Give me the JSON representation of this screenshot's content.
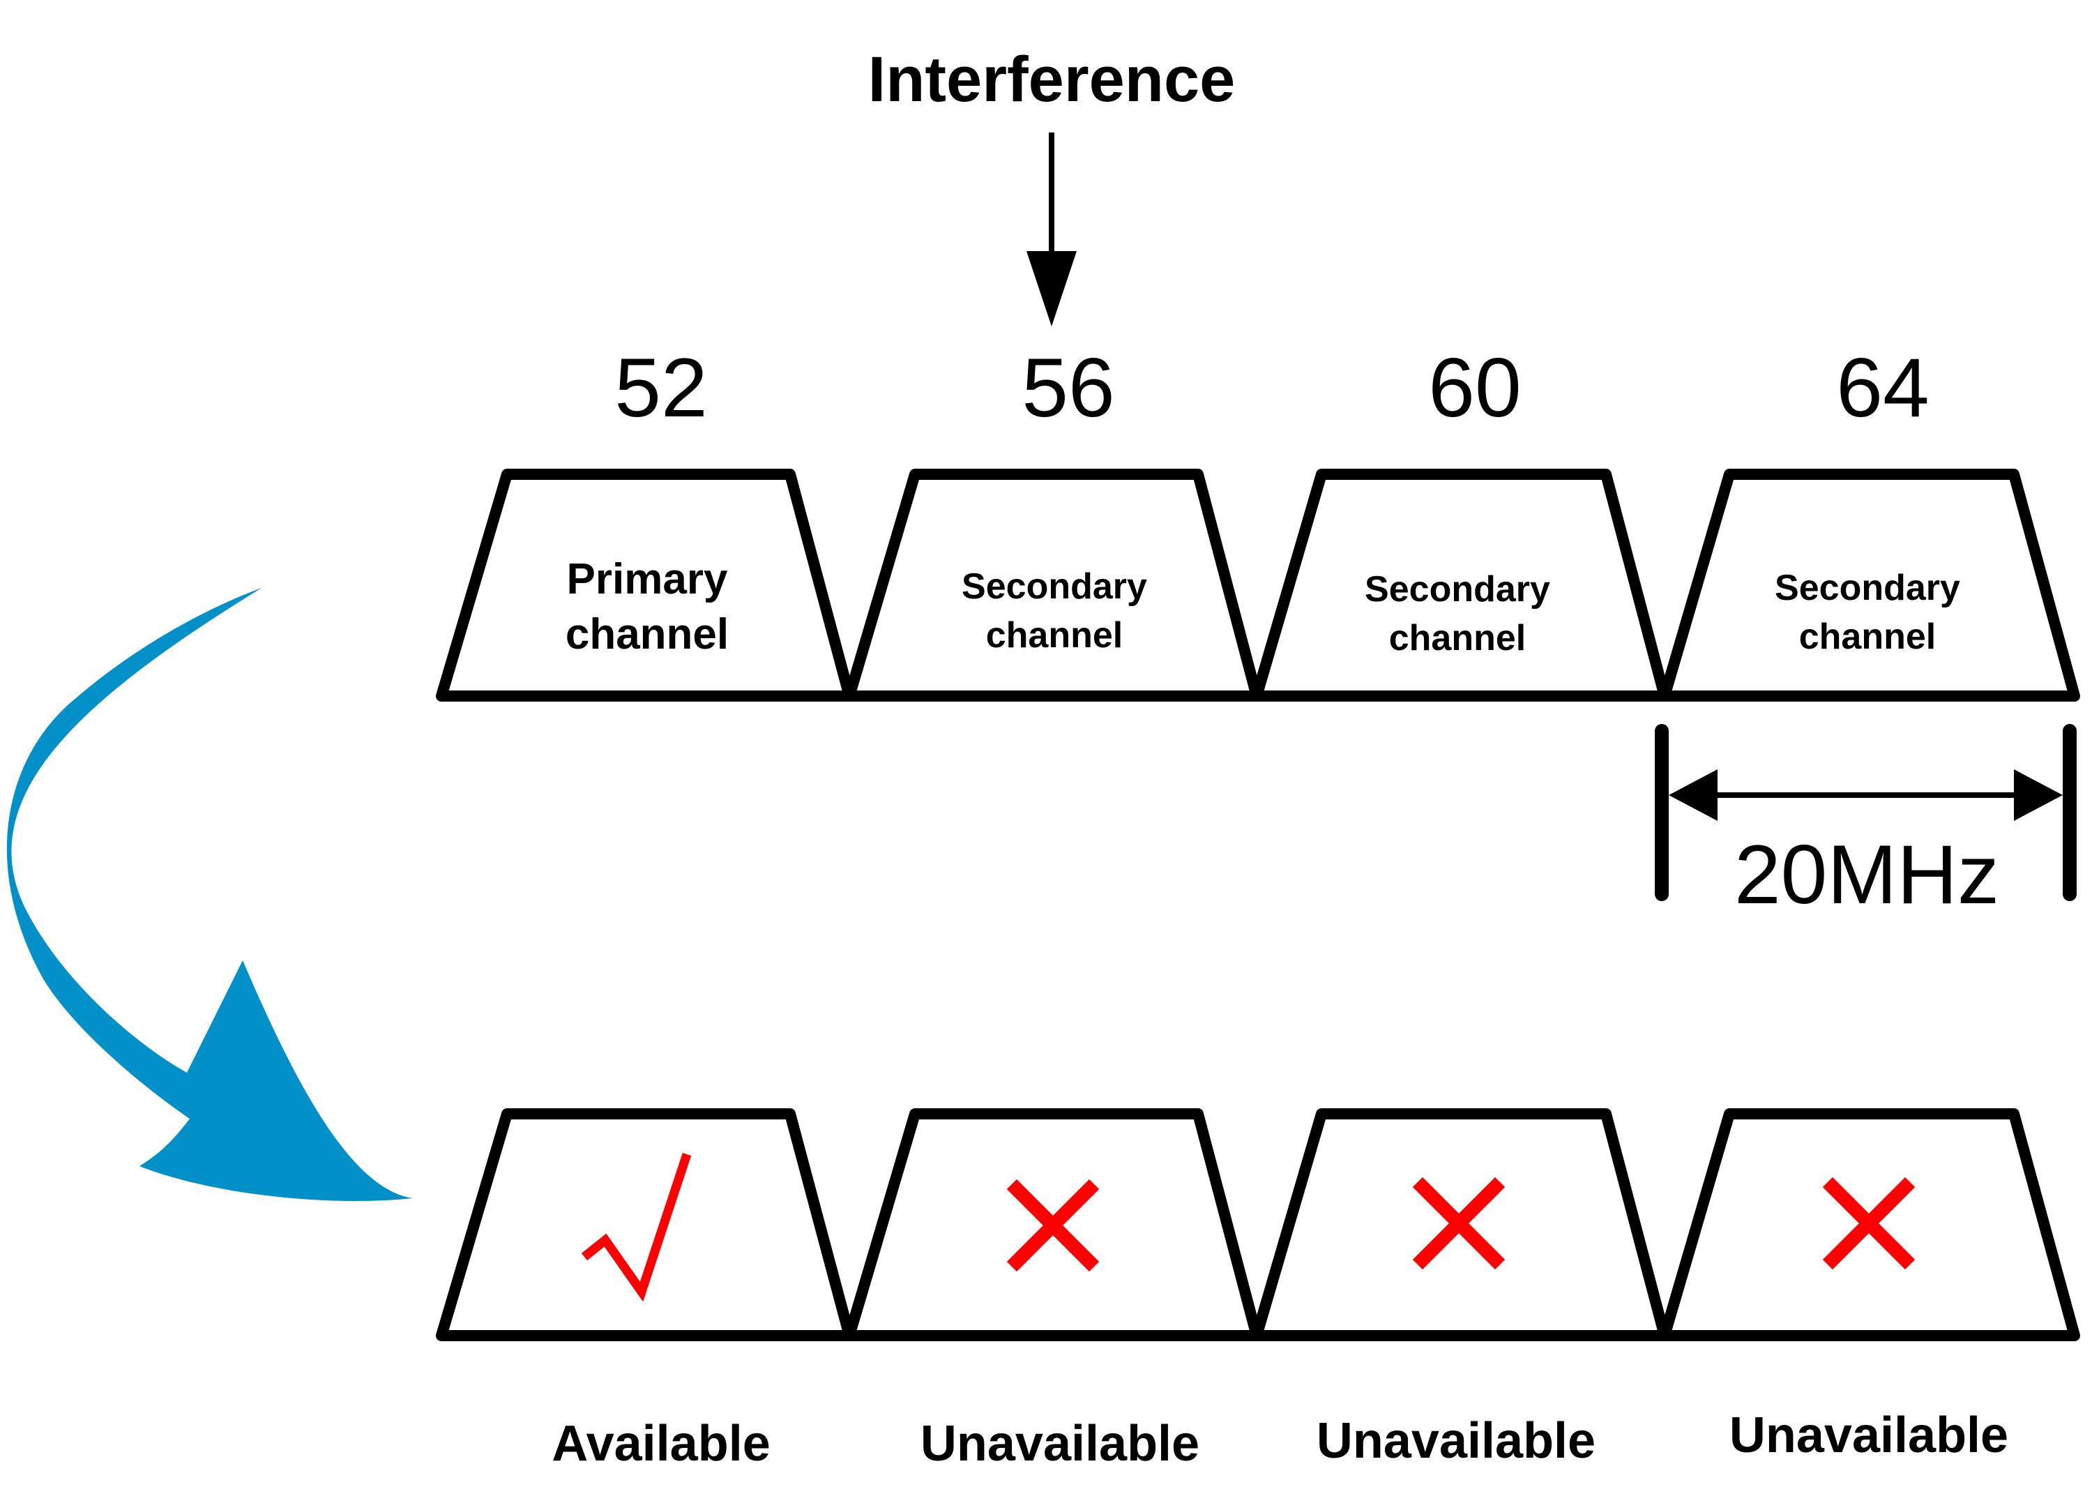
{
  "interference_label": "Interference",
  "channels": [
    {
      "number": "52",
      "role_line1": "Primary",
      "role_line2": "channel",
      "status": "Available",
      "status_mark": "check-icon"
    },
    {
      "number": "56",
      "role_line1": "Secondary",
      "role_line2": "channel",
      "status": "Unavailable",
      "status_mark": "cross-icon"
    },
    {
      "number": "60",
      "role_line1": "Secondary",
      "role_line2": "channel",
      "status": "Unavailable",
      "status_mark": "cross-icon"
    },
    {
      "number": "64",
      "role_line1": "Secondary",
      "role_line2": "channel",
      "status": "Unavailable",
      "status_mark": "cross-icon"
    }
  ],
  "bandwidth_label": "20MHz",
  "colors": {
    "outline": "#000000",
    "mark": "#ff0000",
    "transition_arrow": "#0290c8"
  }
}
